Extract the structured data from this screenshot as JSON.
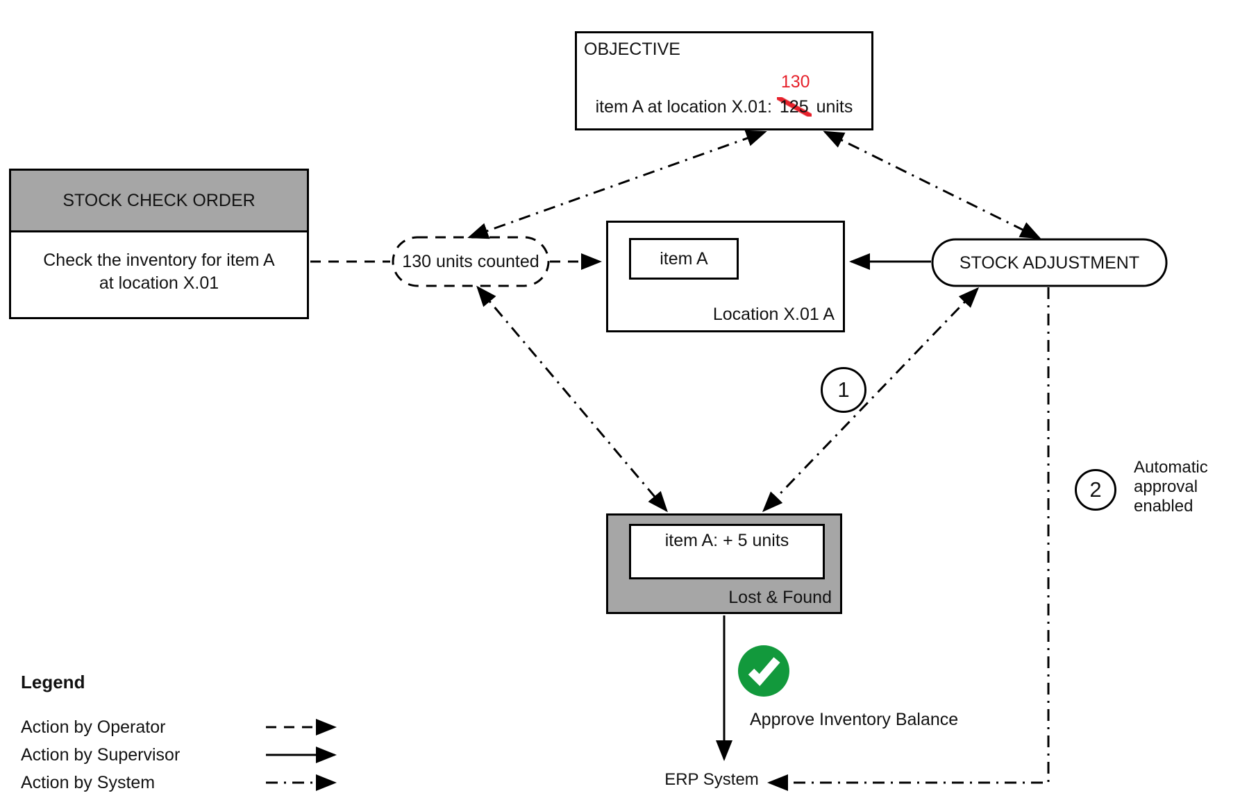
{
  "colors": {
    "gray": "#a6a6a6",
    "red": "#e6212b",
    "green": "#12993c",
    "line": "#000000",
    "bg": "#ffffff"
  },
  "objective": {
    "title": "OBJECTIVE",
    "prefix": "item A at location X.01:",
    "old_value": "125",
    "new_value": "130",
    "suffix": "units"
  },
  "stock_check_order": {
    "title": "STOCK CHECK ORDER",
    "body": "Check the inventory for item A\nat location X.01"
  },
  "count_note": {
    "label": "130 units counted"
  },
  "location_box": {
    "item_label": "item A",
    "location_label": "Location X.01 A"
  },
  "stock_adjustment": {
    "label": "STOCK ADJUSTMENT"
  },
  "lost_found": {
    "adjustment_label": "item A: + 5 units",
    "location_label": "Lost & Found"
  },
  "steps": {
    "step1": "1",
    "step2": "2",
    "step2_note": "Automatic\napproval\nenabled"
  },
  "approval": {
    "icon": "check-circle-icon",
    "label": "Approve Inventory Balance"
  },
  "erp": {
    "label": "ERP System"
  },
  "legend": {
    "title": "Legend",
    "items": [
      {
        "label": "Action by Operator",
        "style": "dashed"
      },
      {
        "label": "Action by Supervisor",
        "style": "solid"
      },
      {
        "label": "Action by System",
        "style": "dash-dot"
      }
    ]
  }
}
